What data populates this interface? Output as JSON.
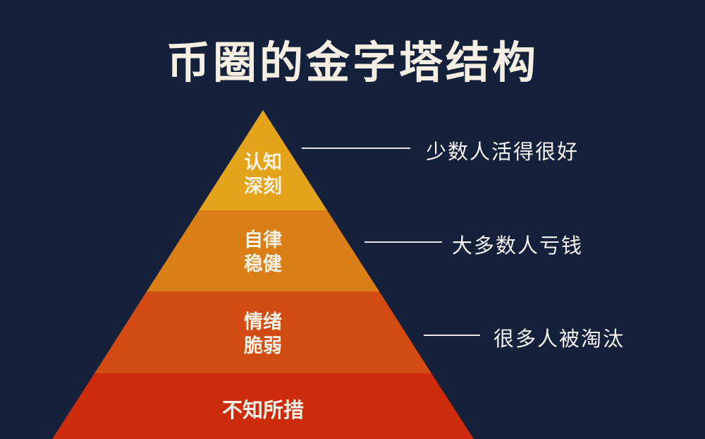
{
  "title": "币圈的金字塔结构",
  "colors": {
    "background": "#15203a",
    "tier1": "#e3a31b",
    "tier2": "#da7e18",
    "tier3": "#d14b12",
    "tier4": "#cc2b0c"
  },
  "tiers": [
    {
      "line1": "认知",
      "line2": "深刻"
    },
    {
      "line1": "自律",
      "line2": "稳健"
    },
    {
      "line1": "情绪",
      "line2": "脆弱"
    },
    {
      "line1": "不知所措"
    }
  ],
  "notes": [
    "少数人活得很好",
    "大多数人亏钱",
    "很多人被淘汰"
  ]
}
